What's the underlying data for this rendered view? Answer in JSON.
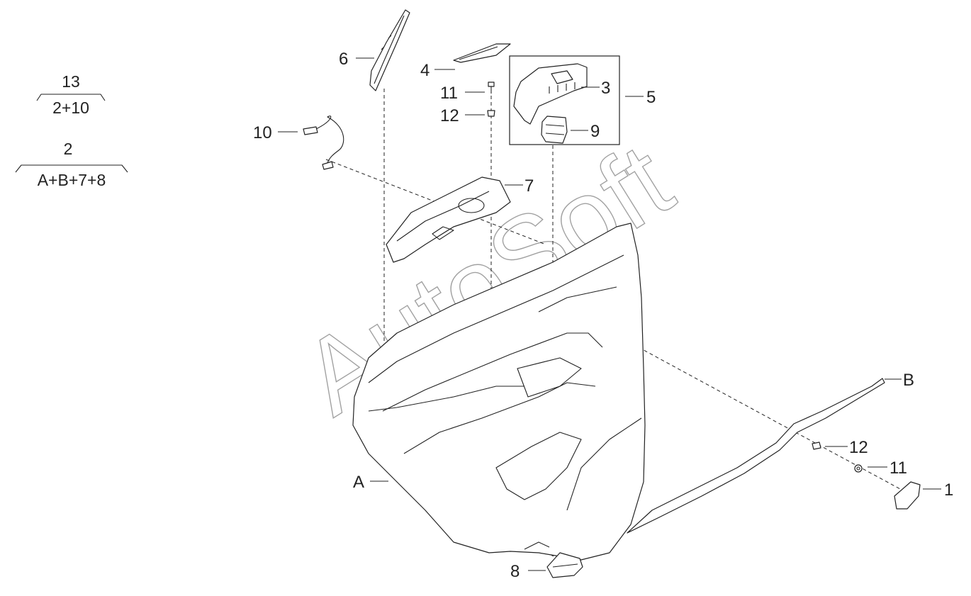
{
  "watermark": "AutoSoft",
  "groups": [
    {
      "total": "13",
      "parts": "2+10"
    },
    {
      "total": "2",
      "parts": "A+B+7+8"
    }
  ],
  "callouts": {
    "p1": "1",
    "p3": "3",
    "p4": "4",
    "p5": "5",
    "p6": "6",
    "p7": "7",
    "p8": "8",
    "p9": "9",
    "p10": "10",
    "p11a": "11",
    "p11b": "11",
    "p12a": "12",
    "p12b": "12",
    "pA": "A",
    "pB": "B"
  }
}
